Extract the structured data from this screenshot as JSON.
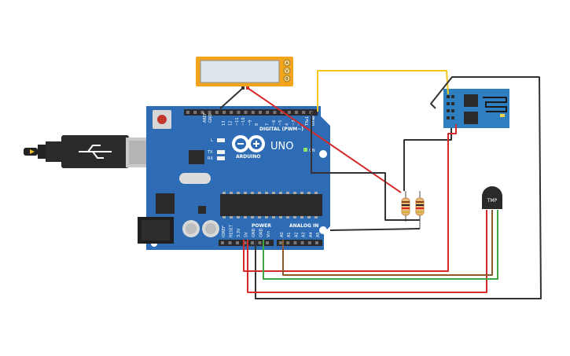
{
  "board": {
    "brand": "ARDUINO",
    "model": "UNO",
    "on_label": "ON",
    "digital_label": "DIGITAL (PWM~)",
    "analog_label": "ANALOG IN",
    "power_label": "POWER",
    "led_l": "L",
    "led_tx": "TX",
    "led_rx": "RX",
    "aref": "AREF",
    "gnd_top": "GND",
    "digital_pins": [
      "13",
      "12",
      "~11",
      "~10",
      "~9",
      "8",
      "7",
      "~6",
      "~5",
      "4",
      "~3",
      "2",
      "TX▸1",
      "RX◂0"
    ],
    "power_pins": [
      "IOREF",
      "RESET",
      "3.3V",
      "5V",
      "GND",
      "GND",
      "Vin"
    ],
    "analog_pins": [
      "A0",
      "A1",
      "A2",
      "A3",
      "A4",
      "A5"
    ]
  },
  "sensor": {
    "label": "TMP"
  },
  "lcd": {
    "buttons": [
      "A",
      "V",
      "B"
    ]
  },
  "colors": {
    "board": "#2e6db5",
    "wire_red": "#d42a2a",
    "wire_black": "#333333",
    "wire_yellow": "#f2c81c",
    "wire_green": "#3ea845",
    "wire_brown": "#8b5a2b",
    "lcd_frame": "#f2a51c",
    "esp_board": "#2e7fc2"
  }
}
